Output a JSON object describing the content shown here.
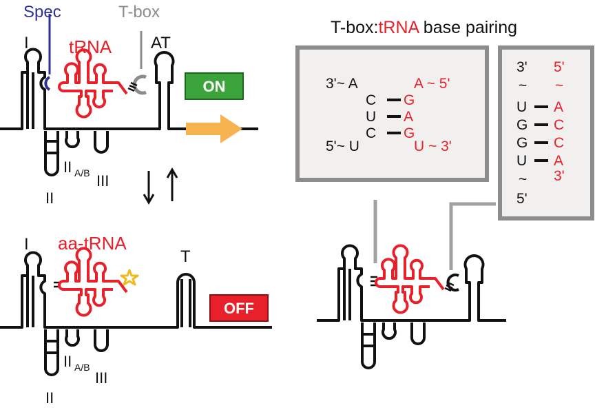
{
  "labels": {
    "spec": "Spec",
    "tbox": "T-box",
    "trna": "tRNA",
    "aa_trna": "aa-tRNA",
    "I_top": "I",
    "I_bottom": "I",
    "AT": "AT",
    "T": "T",
    "II_top": "II",
    "II_bottom": "II",
    "IIAB_main_top": "II",
    "IIAB_sub_top": "A/B",
    "IIAB_main_bottom": "II",
    "IIAB_sub_bottom": "A/B",
    "III_top": "III",
    "III_bottom": "III"
  },
  "states": {
    "on": "ON",
    "off": "OFF"
  },
  "pairing": {
    "title_prefix": "T-box:",
    "title_trna": "tRNA",
    "title_suffix": " base pairing",
    "left": {
      "tl": "3'~ A",
      "bl": "5'~ U",
      "c1": "C",
      "c2": "U",
      "c3": "C",
      "r1": "G",
      "r2": "A",
      "r3": "G",
      "tr": "A ~ 5'",
      "br": "U ~ 3'"
    },
    "right": {
      "k_top": "3'",
      "k_tilde1": "~",
      "k1": "U",
      "k2": "G",
      "k3": "G",
      "k4": "U",
      "k_tilde2": "~",
      "k_bottom": "5'",
      "t_top": "5'",
      "t_tilde": "~",
      "t1": "A",
      "t2": "C",
      "t3": "C",
      "t4": "A",
      "t_bottom": "3'"
    }
  },
  "colors": {
    "black": "#111111",
    "red": "#e8202a",
    "blue": "#2e3192",
    "gray": "#8c8c8c",
    "on_green": "#3aa43a",
    "off_red": "#e8202a",
    "arrow_orange": "#f7b350",
    "star_yellow": "#f2b81c",
    "box_fill": "#f2f0ef"
  }
}
